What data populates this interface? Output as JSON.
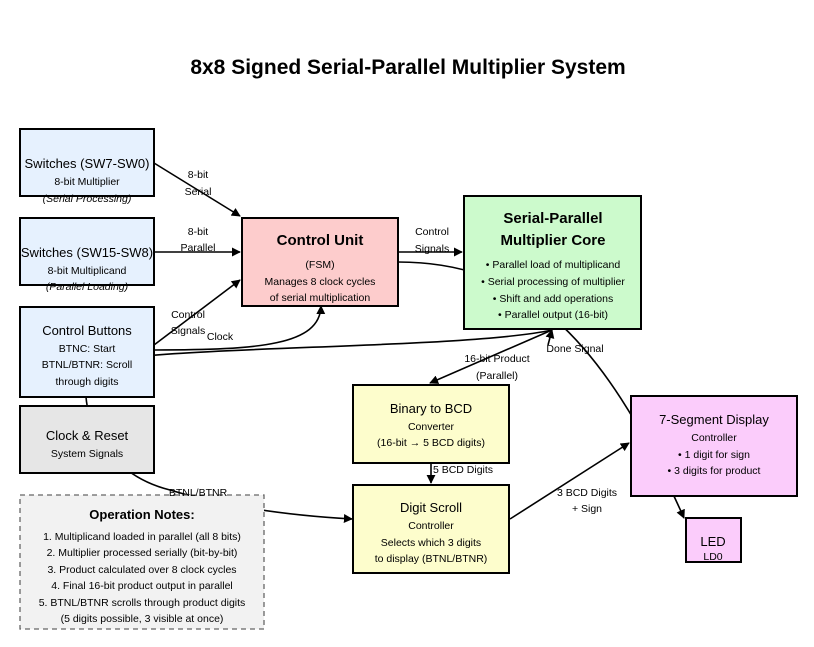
{
  "title": "8x8 Signed Serial-Parallel Multiplier System",
  "nodes": {
    "sw_low": {
      "title": "Switches (SW7-SW0)",
      "line1": "8-bit Multiplier",
      "line2": "(Serial Processing)",
      "fill": "#e6f1fe"
    },
    "sw_high": {
      "title": "Switches (SW15-SW8)",
      "line1": "8-bit Multiplicand",
      "line2": "(Parallel Loading)",
      "fill": "#e6f1fe"
    },
    "buttons": {
      "title": "Control Buttons",
      "line1": "BTNC: Start",
      "line2": "BTNL/BTNR: Scroll",
      "line3": "through digits",
      "fill": "#e6f1fe"
    },
    "clock": {
      "title": "Clock & Reset",
      "line1": "System Signals",
      "fill": "#e6e6e6"
    },
    "control": {
      "title": "Control Unit",
      "line1": "(FSM)",
      "line2": "Manages 8 clock cycles",
      "line3": "of serial multiplication",
      "fill": "#fdcccc"
    },
    "core": {
      "title1": "Serial-Parallel",
      "title2": "Multiplier Core",
      "bullets": [
        "• Parallel load of multiplicand",
        "• Serial processing of multiplier",
        "• Shift and add operations",
        "• Parallel output (16-bit)"
      ],
      "fill": "#ccfacc"
    },
    "bcd": {
      "title": "Binary to BCD",
      "line1": "Converter",
      "line2": "(16-bit → 5 BCD digits)",
      "fill": "#fdfdcc"
    },
    "scroll": {
      "title": "Digit Scroll",
      "line1": "Controller",
      "line2": "Selects which 3 digits",
      "line3": "to display (BTNL/BTNR)",
      "fill": "#fdfdcc"
    },
    "seg": {
      "title": "7-Segment Display",
      "line1": "Controller",
      "line2": "• 1 digit for sign",
      "line3": "• 3 digits for product",
      "fill": "#fbccfb"
    },
    "led": {
      "title": "LED",
      "line1": "LD0",
      "fill": "#fbccfb"
    }
  },
  "notes": {
    "title": "Operation Notes:",
    "items": [
      "1. Multiplicand loaded in parallel (all 8 bits)",
      "2. Multiplier processed serially (bit-by-bit)",
      "3. Product calculated over 8 clock cycles",
      "4. Final 16-bit product output in parallel",
      "5. BTNL/BTNR scrolls through product digits",
      "(5 digits possible, 3 visible at once)"
    ],
    "fill": "#f2f2f2"
  },
  "edge_labels": {
    "serial_a": "8-bit",
    "serial_b": "Serial",
    "parallel_a": "8-bit",
    "parallel_b": "Parallel",
    "ctrl_a": "Control",
    "ctrl_b": "Signals",
    "clock": "Clock",
    "ctrl_core_a": "Control",
    "ctrl_core_b": "Signals",
    "product_a": "16-bit Product",
    "product_b": "(Parallel)",
    "done": "Done Signal",
    "bcd_digits": "5 BCD Digits",
    "digits_sign_a": "3 BCD Digits",
    "digits_sign_b": "+ Sign",
    "btnlr": "BTNL/BTNR"
  }
}
